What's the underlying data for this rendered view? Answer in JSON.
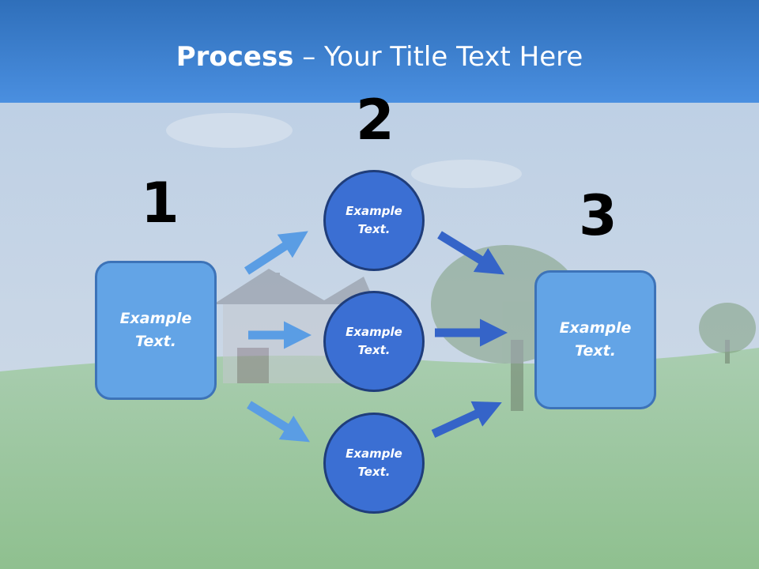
{
  "title": {
    "bold": "Process",
    "rest": " – Your Title Text Here"
  },
  "steps": [
    {
      "number": "1",
      "box_text": "Example\nText."
    },
    {
      "number": "2",
      "circles": [
        "Example\nText.",
        "Example\nText.",
        "Example\nText."
      ]
    },
    {
      "number": "3",
      "box_text": "Example\nText."
    }
  ],
  "colors": {
    "sky_top": "#2f6fba",
    "box_fill": "#63a4e6",
    "circle_fill": "#3b6fd3",
    "arrow_light": "#5a9de4",
    "arrow_dark": "#3564c8"
  }
}
